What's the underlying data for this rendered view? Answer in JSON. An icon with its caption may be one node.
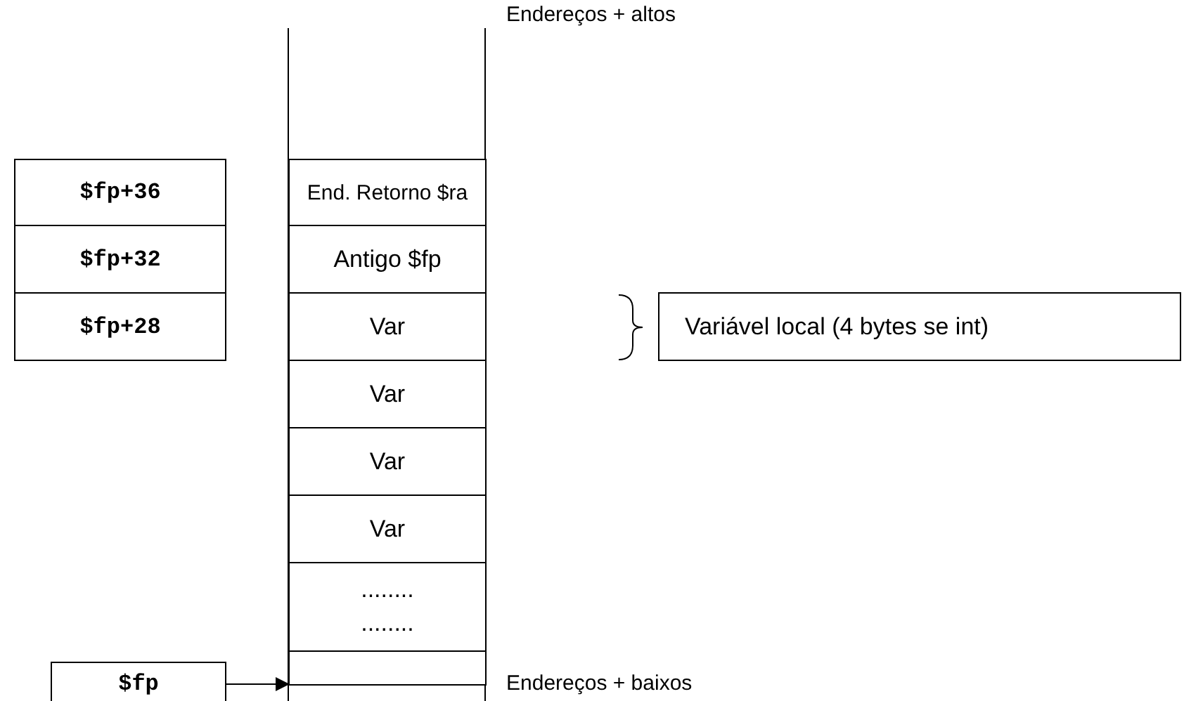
{
  "diagram": {
    "nodes": [
      {
        "text": [
          "End. Retorno $ra"
        ]
      },
      {
        "text": [
          "Antigo $fp"
        ]
      },
      {
        "text": [
          "Var"
        ]
      },
      {
        "text": [
          "Var"
        ]
      },
      {
        "text": [
          "Var"
        ]
      },
      {
        "text": [
          "Var"
        ]
      },
      {
        "text": [
          "........",
          "........"
        ]
      },
      {
        "text": [],
        "shape": "box"
      },
      {
        "text": [
          "$fp+36"
        ]
      },
      {
        "text": [
          "$fp+32"
        ]
      },
      {
        "text": [
          "$fp+28"
        ]
      },
      {
        "text": [
          "Variável local (4 bytes se int)"
        ]
      },
      {
        "text": [
          "$fp"
        ]
      }
    ],
    "edges": [
      {
        "from": 12,
        "to": 7,
        "arrow": "to"
      }
    ],
    "labels": [
      "Endereços + altos",
      "Endereços + baixos"
    ]
  }
}
